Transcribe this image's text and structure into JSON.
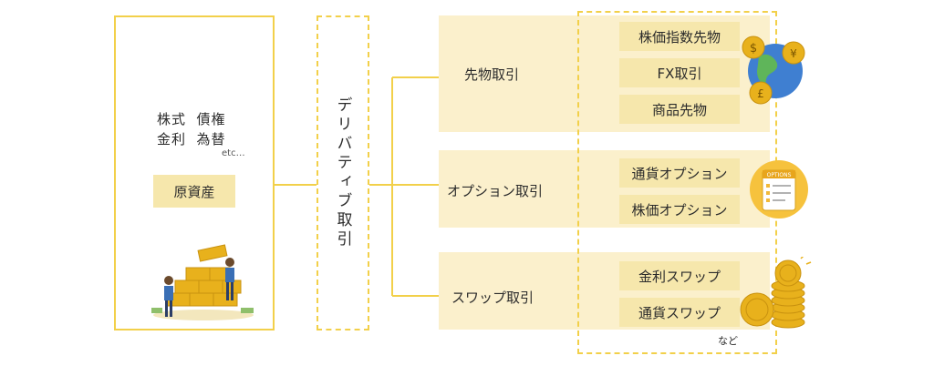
{
  "underlying": {
    "assets_line1": "株式  債権",
    "assets_line2": "金利  為替",
    "etc": "etc…",
    "label": "原資産"
  },
  "derivative_label": "デリバティブ取引",
  "categories": [
    {
      "label": "先物取引",
      "items": [
        "株価指数先物",
        "FX取引",
        "商品先物"
      ]
    },
    {
      "label": "オプション取引",
      "items": [
        "通貨オプション",
        "株価オプション"
      ]
    },
    {
      "label": "スワップ取引",
      "items": [
        "金利スワップ",
        "通貨スワップ"
      ]
    }
  ],
  "illustrations": {
    "options_badge": "OPTIONS"
  },
  "footnote": "など",
  "colors": {
    "border_yellow": "#f2d04a",
    "panel_light": "#fbf0cc",
    "item_fill": "#f6e7ac",
    "gold": "#e8b11c"
  }
}
